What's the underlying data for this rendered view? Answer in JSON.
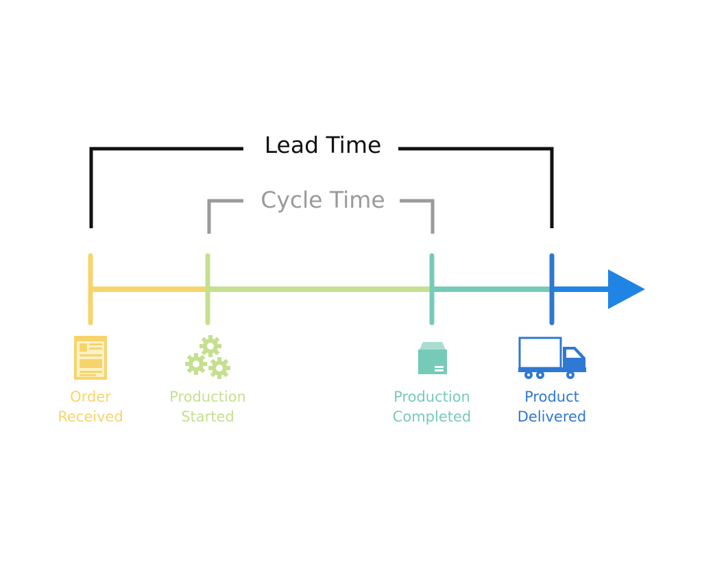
{
  "lead_time": {
    "label": "Lead Time",
    "color": "#111111"
  },
  "cycle_time": {
    "label": "Cycle Time",
    "color": "#9a9a9a"
  },
  "milestones": [
    {
      "line1": "Order",
      "line2": "Received",
      "icon": "order-document-icon",
      "color": "#f7d46b"
    },
    {
      "line1": "Production",
      "line2": "Started",
      "icon": "gears-icon",
      "color": "#c4e08f"
    },
    {
      "line1": "Production",
      "line2": "Completed",
      "icon": "box-icon",
      "color": "#76cbb8"
    },
    {
      "line1": "Product",
      "line2": "Delivered",
      "icon": "delivery-truck-icon",
      "color": "#2f78d3"
    }
  ],
  "arrow_color": "#1f84e3"
}
